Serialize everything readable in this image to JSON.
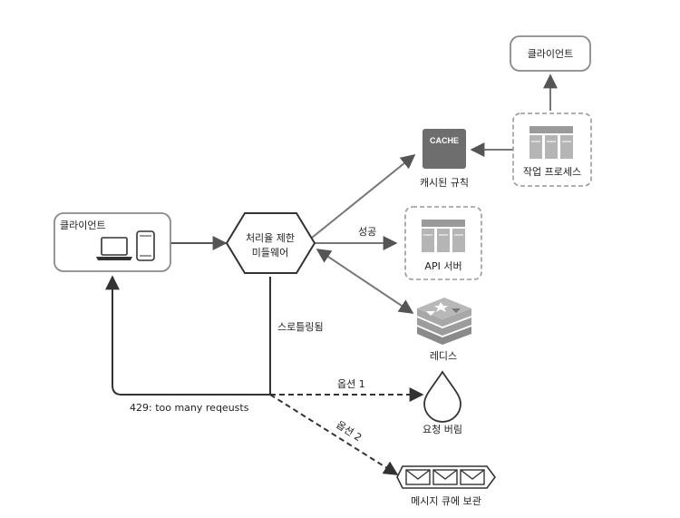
{
  "diagram": {
    "client_left": {
      "label": "클라이언트"
    },
    "middleware": {
      "line1": "처리율 제한",
      "line2": "미들웨어"
    },
    "cache": {
      "badge": "CACHE",
      "label": "캐시된 규칙"
    },
    "worker": {
      "label": "작업 프로세스"
    },
    "client_top": {
      "label": "클라이언트"
    },
    "api_server": {
      "label": "API 서버"
    },
    "redis": {
      "label": "레디스"
    },
    "drop": {
      "label": "요청 버림"
    },
    "queue": {
      "label": "메시지 큐에 보관"
    },
    "edges": {
      "success": "성공",
      "throttled": "스로틀링됨",
      "error": "429: too many reqeusts",
      "option1": "옵션 1",
      "option2": "옵션 2"
    }
  },
  "colors": {
    "line": "#555555",
    "box_stroke": "#8a8a8a",
    "dashed_stroke": "#9a9a9a",
    "server_fill": "#b5b5b5",
    "cache_fill": "#6e6e6e",
    "redis_fill": "#9c9c9c"
  }
}
